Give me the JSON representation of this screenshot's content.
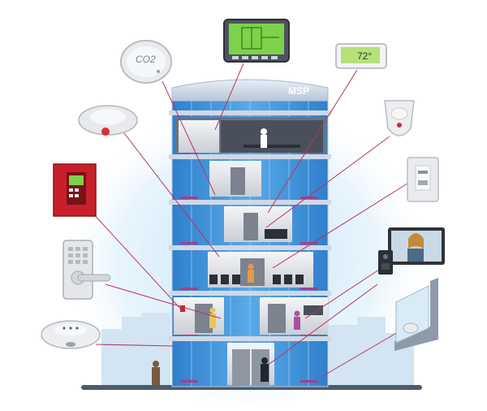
{
  "building": {
    "sign": "MSP"
  },
  "devices": {
    "co2_detector": {
      "label": "CO2"
    },
    "thermostat": {
      "temperature": "72°"
    }
  },
  "colors": {
    "callout_line": "#b5365a",
    "building_glass": "#3d8fd6",
    "building_frame": "#cfd8e6",
    "floor_band": "#a83d8e",
    "alarm_panel": "#c8202a",
    "touch_screen": "#7dd24a",
    "skyline": "#cfe3f3",
    "sky_glow": "#bfe2f8"
  },
  "icons": [
    "co2-detector-icon",
    "touch-panel-icon",
    "thermostat-icon",
    "motion-sensor-icon",
    "smoke-detector-icon",
    "fire-alarm-panel-icon",
    "wall-switch-icon",
    "keypad-lock-icon",
    "video-intercom-icon",
    "door-intercom-icon",
    "ceiling-sensor-icon",
    "window-contact-icon"
  ]
}
